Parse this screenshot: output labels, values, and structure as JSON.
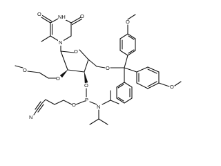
{
  "molecule": {
    "atom_labels": {
      "uracil_nh": "NH",
      "uracil_n1": "N",
      "uracil_o_top": "O",
      "uracil_o_left": "O",
      "ring_o": "O",
      "trityl_o": "O",
      "methoxy_top": "O",
      "methoxy_right": "O",
      "methoxyethyl_o1": "O",
      "methoxyethyl_o2": "O",
      "phosphite_o": "O",
      "phosphite_o_chain": "O",
      "phosphorus": "P",
      "amine_n": "N",
      "nitrile_n": "N"
    }
  }
}
